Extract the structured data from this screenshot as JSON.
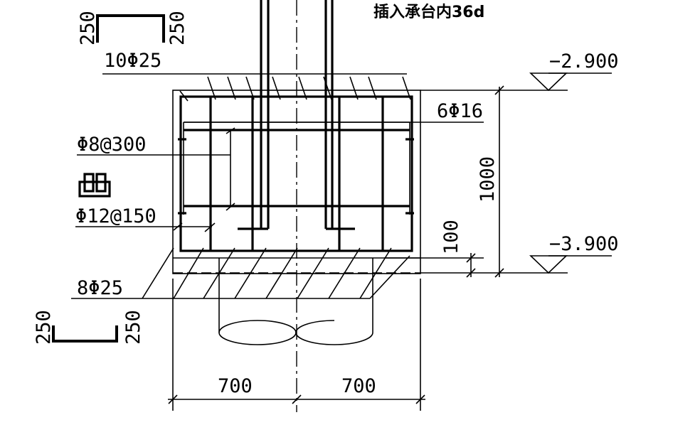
{
  "labels": {
    "anchor_note": "插入承台内36d",
    "top_bar": "10Φ25",
    "side_bar": "6Φ16",
    "stirrup": "Φ8@300",
    "bottom_mesh": "Φ12@150",
    "bottom_bar": "8Φ25",
    "total_height": "1000",
    "cushion_height": "100",
    "elev_top": "−2.900",
    "elev_bottom": "−3.900",
    "width_left": "700",
    "width_right": "700",
    "hook_top_left": "250",
    "hook_top_right": "250",
    "hook_bottom_left": "250",
    "hook_bottom_right": "250"
  }
}
